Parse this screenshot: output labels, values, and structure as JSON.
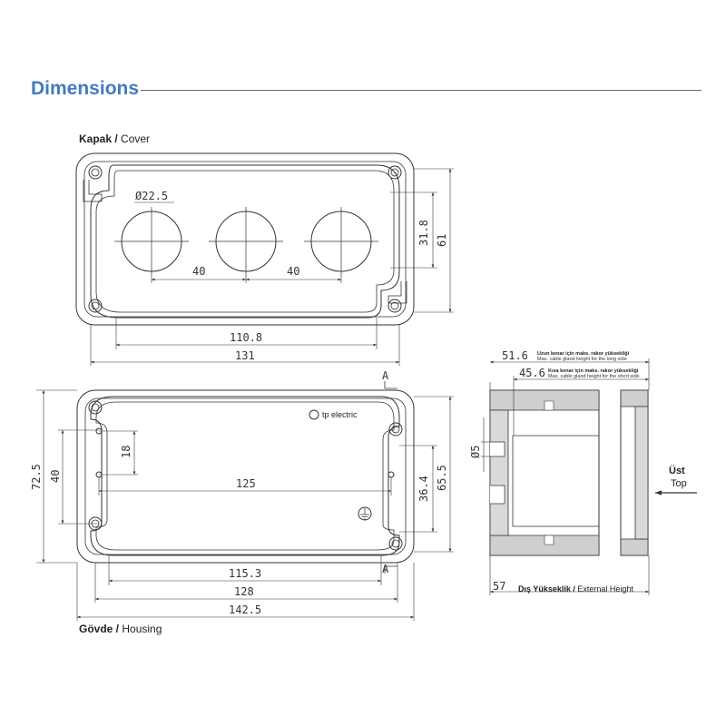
{
  "header": {
    "title": "Dimensions"
  },
  "cover": {
    "caption_tr": "Kapak",
    "caption_sep": " / ",
    "caption_en": "Cover",
    "dims": {
      "hole_dia": "Ø22.5",
      "pitch_1": "40",
      "pitch_2": "40",
      "inner_width": "110.8",
      "outer_width": "131",
      "hole_height": "31.8",
      "outer_height": "61"
    }
  },
  "housing": {
    "caption_tr": "Gövde",
    "caption_sep": " / ",
    "caption_en": "Housing",
    "brand": "tp electric",
    "dims": {
      "overall_height": "72.5",
      "mount_height": "40",
      "mount_offset": "18",
      "mount_pitch": "125",
      "inner_height": "36.4",
      "outer_height": "65.5",
      "inner_width": "115.3",
      "body_width": "128",
      "overall_width": "142.5",
      "section_mark_top": "A",
      "section_mark_bottom": "A"
    }
  },
  "section": {
    "long_side_value": "51.6",
    "long_side_tr": "Uzun kenar için maks. rakor yüksekliği",
    "long_side_en": "Max. cable gland height for the long side",
    "short_side_value": "45.6",
    "short_side_tr": "Kısa kenar için maks. rakor yüksekliği",
    "short_side_en": "Max. cable gland height for the short side",
    "hole_dia": "Ø5",
    "height_value": "57",
    "height_tr": "Dış Yükseklik",
    "height_sep": " / ",
    "height_en": "External Height",
    "top_tr": "Üst",
    "top_en": "Top"
  }
}
